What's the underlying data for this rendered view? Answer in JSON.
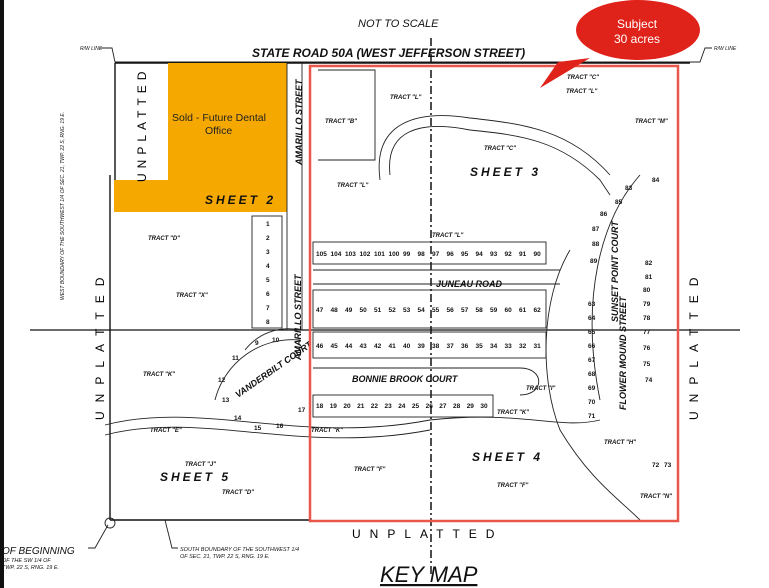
{
  "header": {
    "scale_note": "NOT TO SCALE",
    "road": "STATE ROAD 50A (WEST JEFFERSON STREET)",
    "rw_left": "R/W LINE",
    "rw_right": "R/W LINE"
  },
  "callout": {
    "line1": "Subject",
    "line2": "30 acres",
    "color": "#e0231a"
  },
  "sold_parcel": {
    "line1": "Sold - Future Dental",
    "line2": "Office",
    "color": "#f5a800"
  },
  "subject_boundary_color": "#e8574a",
  "streets": {
    "amarillo": "AMARILLO STREET",
    "juneau": "JUNEAU ROAD",
    "bonnie_brook": "BONNIE BROOK COURT",
    "vanderbilt": "VANDERBILT COURT",
    "flower_mound": "FLOWER MOUND STREET",
    "sunset_point": "SUNSET POINT COURT"
  },
  "sheets": {
    "s2": "SHEET 2",
    "s3": "SHEET 3",
    "s4": "SHEET 4",
    "s5": "SHEET 5"
  },
  "unplatted": "UNPLATTED",
  "tracts": {
    "c_top": "TRACT \"C\"",
    "l1": "TRACT \"L\"",
    "l2": "TRACT \"L\"",
    "l3": "TRACT \"L\"",
    "l4": "TRACT \"L\"",
    "b": "TRACT \"B\"",
    "c": "TRACT \"C\"",
    "m": "TRACT \"M\"",
    "d": "TRACT \"D\"",
    "k1": "TRACT \"K\"",
    "k2": "TRACT \"K\"",
    "k3": "TRACT \"K\"",
    "e": "TRACT \"E\"",
    "j": "TRACT \"J\"",
    "d2": "TRACT \"D\"",
    "f1": "TRACT \"F\"",
    "f2": "TRACT \"F\"",
    "h": "TRACT \"H\"",
    "i": "TRACT \"I\"",
    "x": "TRACT \"X\"",
    "n": "TRACT \"N\""
  },
  "lots": {
    "row_top": [
      "105",
      "104",
      "103",
      "102",
      "101",
      "100",
      "99",
      "98",
      "97",
      "96",
      "95",
      "94",
      "93",
      "92",
      "91",
      "90"
    ],
    "row_juneau": [
      "47",
      "48",
      "49",
      "50",
      "51",
      "52",
      "53",
      "54",
      "55",
      "56",
      "57",
      "58",
      "59",
      "60",
      "61",
      "62"
    ],
    "row_middle": [
      "46",
      "45",
      "44",
      "43",
      "42",
      "41",
      "40",
      "39",
      "38",
      "37",
      "36",
      "35",
      "34",
      "33",
      "32",
      "31"
    ],
    "row_bottom": [
      "18",
      "19",
      "20",
      "21",
      "22",
      "23",
      "24",
      "25",
      "26",
      "27",
      "28",
      "29",
      "30"
    ],
    "amarillo": [
      "1",
      "2",
      "3",
      "4",
      "5",
      "6",
      "7",
      "8"
    ],
    "vanderbilt": [
      "9",
      "10",
      "11",
      "12",
      "13",
      "14",
      "15",
      "16",
      "17"
    ],
    "flower_mound": [
      "63",
      "64",
      "65",
      "66",
      "67",
      "68",
      "69",
      "70",
      "71"
    ],
    "sunset_point": [
      "83",
      "84",
      "85",
      "86",
      "87",
      "88",
      "89",
      "82",
      "81",
      "80",
      "79",
      "78",
      "77",
      "76",
      "75",
      "74"
    ],
    "south": [
      "72",
      "73"
    ]
  },
  "notes": {
    "west_boundary": "WEST BOUNDARY OF THE SOUTHWEST 1/4 OF SEC. 21, TWP. 22 S, RNG. 19 E.",
    "south_boundary_1": "SOUTH BOUNDARY OF THE SOUTHWEST 1/4",
    "south_boundary_2": "OF SEC. 21, TWP. 22 S, RNG. 19 E.",
    "pob_1": "OF BEGINNING",
    "pob_2": "OF THE SW 1/4 OF",
    "pob_3": "TWP. 22 S, RNG. 19 E."
  },
  "title": "KEY MAP"
}
